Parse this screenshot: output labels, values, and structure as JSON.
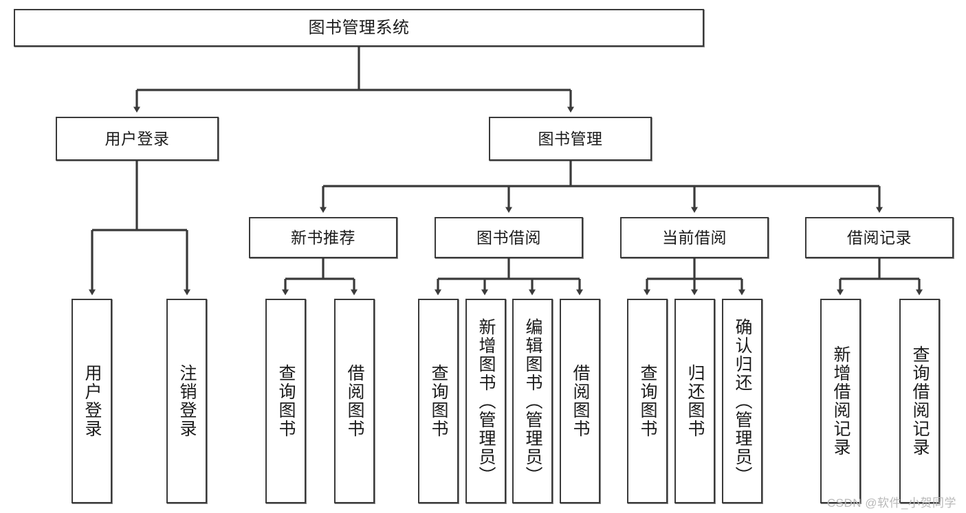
{
  "diagram": {
    "title_node": {
      "label": "图书管理系统"
    },
    "level2": [
      {
        "label": "用户登录"
      },
      {
        "label": "图书管理"
      }
    ],
    "level3": [
      {
        "label": "新书推荐"
      },
      {
        "label": "图书借阅"
      },
      {
        "label": "当前借阅"
      },
      {
        "label": "借阅记录"
      }
    ],
    "leaves": {
      "user_login": [
        {
          "label": "用户登录"
        },
        {
          "label": "注销登录"
        }
      ],
      "new_book_recommend": [
        {
          "label": "查询图书"
        },
        {
          "label": "借阅图书"
        }
      ],
      "book_borrow": [
        {
          "label": "查询图书"
        },
        {
          "label": "新增图书（管理员）"
        },
        {
          "label": "编辑图书（管理员）"
        },
        {
          "label": "借阅图书"
        }
      ],
      "current_borrow": [
        {
          "label": "查询图书"
        },
        {
          "label": "归还图书"
        },
        {
          "label": "确认归还（管理员）"
        }
      ],
      "borrow_record": [
        {
          "label": "新增借阅记录"
        },
        {
          "label": "查询借阅记录"
        }
      ]
    },
    "watermark": "CSDN @软件_小贺同学",
    "colors": {
      "stroke": "#3a3a3a",
      "fill": "#ffffff",
      "text": "#1b1b1b",
      "watermark": "#b9b9b9"
    }
  }
}
